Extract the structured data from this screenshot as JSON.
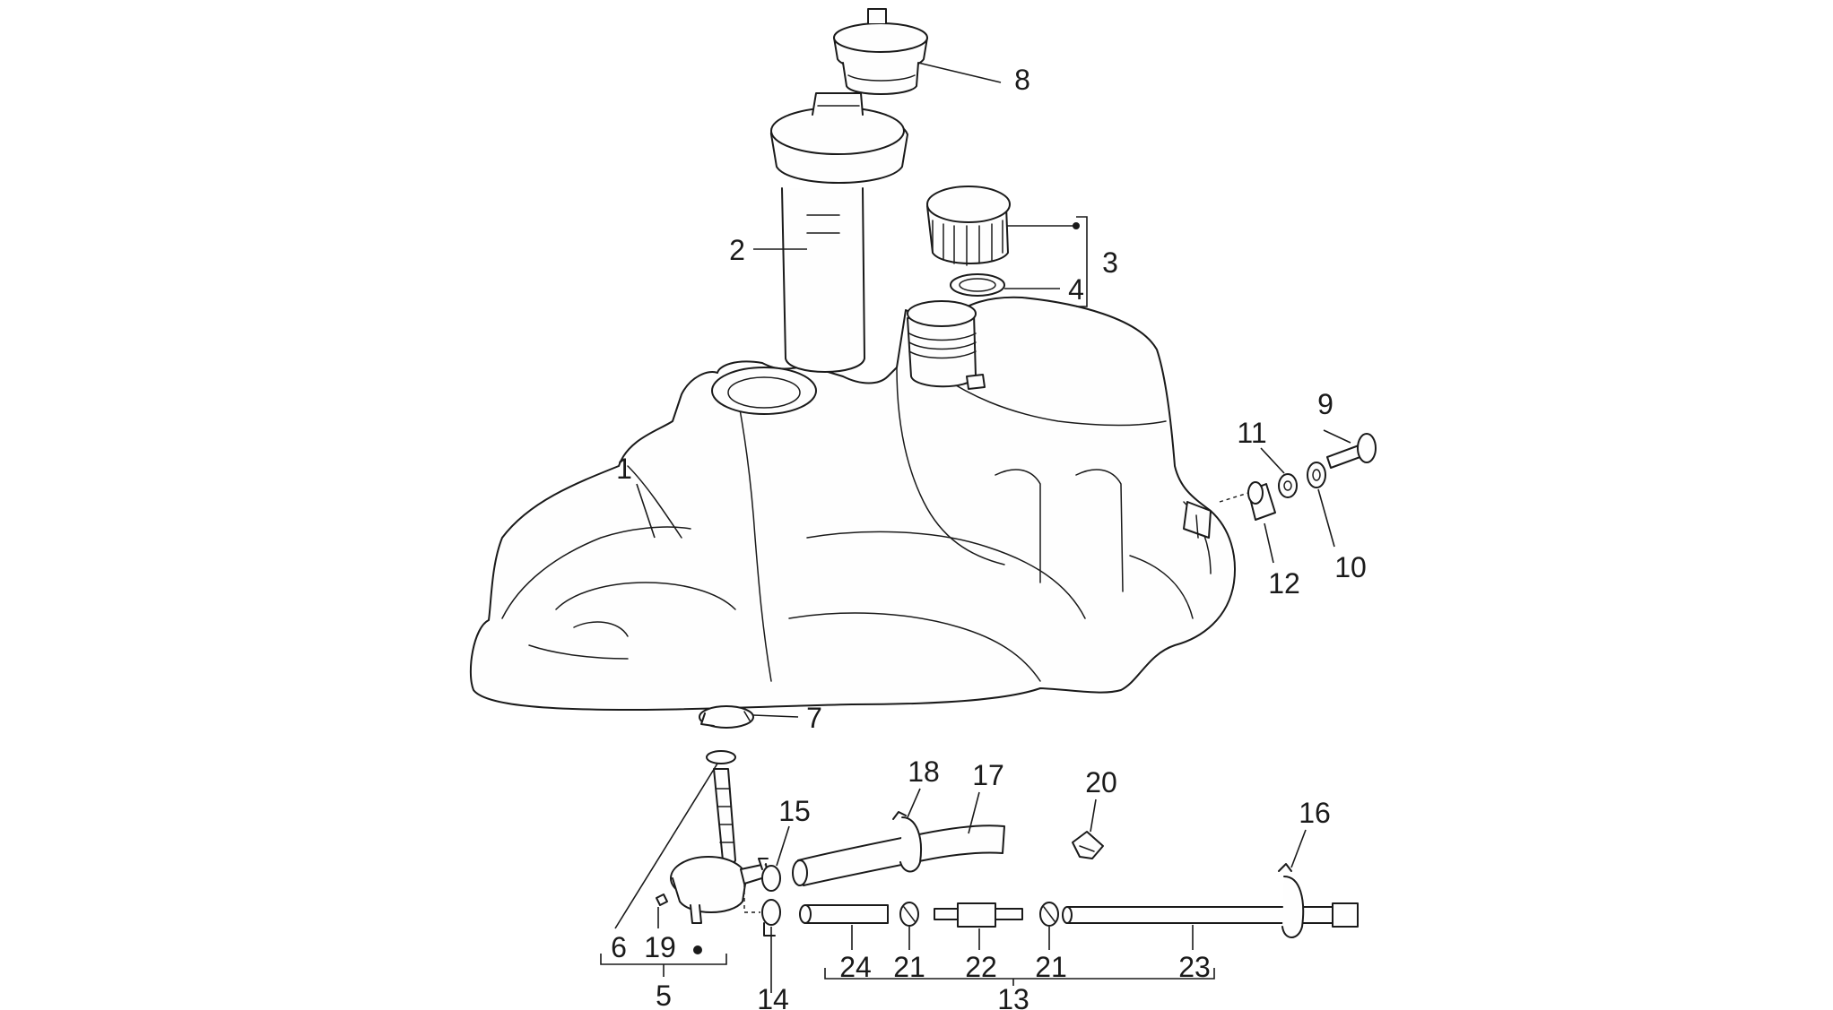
{
  "callouts": [
    {
      "id": "c1",
      "text": "1"
    },
    {
      "id": "c2",
      "text": "2"
    },
    {
      "id": "c3",
      "text": "3"
    },
    {
      "id": "c4",
      "text": "4"
    },
    {
      "id": "c5",
      "text": "5"
    },
    {
      "id": "c6",
      "text": "6"
    },
    {
      "id": "c7",
      "text": "7"
    },
    {
      "id": "c8",
      "text": "8"
    },
    {
      "id": "c9",
      "text": "9"
    },
    {
      "id": "c10",
      "text": "10"
    },
    {
      "id": "c11",
      "text": "11"
    },
    {
      "id": "c12",
      "text": "12"
    },
    {
      "id": "c13",
      "text": "13"
    },
    {
      "id": "c14",
      "text": "14"
    },
    {
      "id": "c15",
      "text": "15"
    },
    {
      "id": "c16",
      "text": "16"
    },
    {
      "id": "c17",
      "text": "17"
    },
    {
      "id": "c18",
      "text": "18"
    },
    {
      "id": "c19",
      "text": "19"
    },
    {
      "id": "c20",
      "text": "20"
    },
    {
      "id": "c21a",
      "text": "21"
    },
    {
      "id": "c21b",
      "text": "21"
    },
    {
      "id": "c22",
      "text": "22"
    },
    {
      "id": "c23",
      "text": "23"
    },
    {
      "id": "c24",
      "text": "24"
    }
  ]
}
